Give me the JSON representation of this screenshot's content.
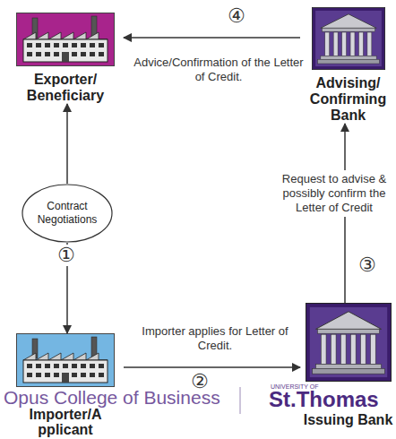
{
  "diagram": {
    "nodes": [
      {
        "text": [
          "Exporter/ Beneficiary"
        ]
      },
      {
        "text": [
          "Advising/ Confirming Bank"
        ]
      },
      {
        "text": [
          "Contract Negotiations"
        ]
      },
      {
        "text": [
          "Importer/A pplicant"
        ]
      },
      {
        "text": [
          "Issuing Bank"
        ]
      }
    ],
    "edges": [
      {
        "from": 1,
        "to": 0,
        "arrow": "to",
        "label": "Advice/Confirmation of the Letter of Credit."
      },
      {
        "from": 2,
        "to": 0,
        "arrow": "to"
      },
      {
        "from": 2,
        "to": 3,
        "arrow": "to"
      },
      {
        "from": 3,
        "to": 4,
        "arrow": "to",
        "label": "Importer applies for Letter of Credit."
      },
      {
        "from": 4,
        "to": 1,
        "arrow": "to",
        "label": "Request to advise & possibly confirm the Letter of Credit"
      }
    ],
    "labels": [
      "④",
      "①",
      "③",
      "②",
      "Opus College of Business",
      "UNIVERSITY OF",
      "St.Thomas"
    ]
  }
}
